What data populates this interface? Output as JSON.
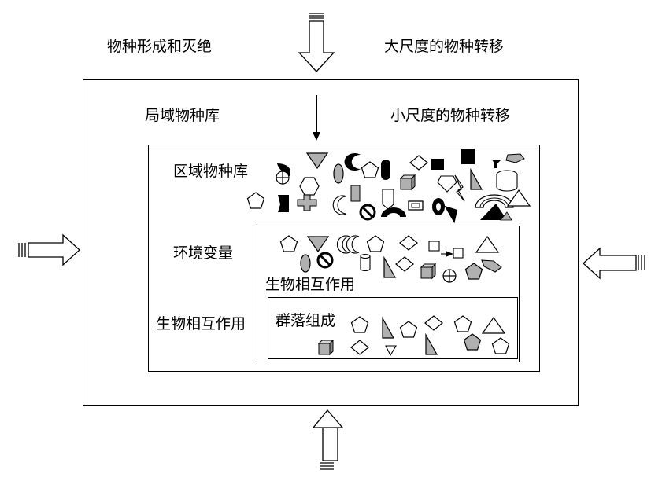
{
  "labels": {
    "speciation_extinction": "物种形成和灭绝",
    "large_scale_transfer": "大尺度的物种转移",
    "local_species_pool": "局域物种库",
    "small_scale_transfer": "小尺度的物种转移",
    "regional_species_pool": "区域物种库",
    "environmental_variables": "环境变量",
    "biotic_interaction_inner": "生物相互作用",
    "biotic_interaction_outer": "生物相互作用",
    "community_assembly": "群落组成"
  },
  "icons": {
    "input_arrows": "hollow-arrow-icon",
    "transfer_arrow": "thin-arrow-icon",
    "species_symbols": "geometric-shape-icons"
  },
  "colors": {
    "line": "#000000",
    "fill_gray": "#b0b0b0",
    "fill_white": "#ffffff"
  }
}
